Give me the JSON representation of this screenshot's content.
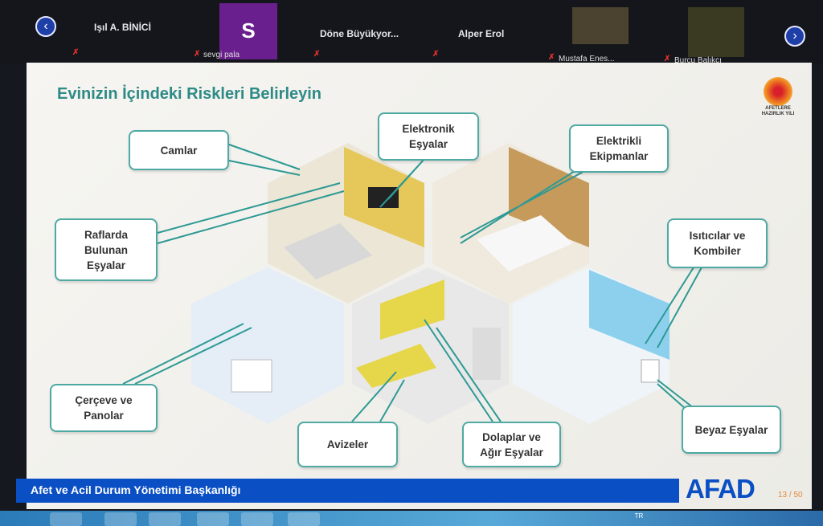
{
  "meeting": {
    "participants": [
      {
        "name": "Işıl A. BİNİCİ"
      },
      {
        "name": "sevgi pala",
        "initial": "S"
      },
      {
        "name": "Döne  Büyükyor..."
      },
      {
        "name": "Alper Erol"
      },
      {
        "name": "Mustafa Enes..."
      },
      {
        "name": "Burcu Balıkçı"
      }
    ],
    "prev_icon": "‹",
    "next_icon": "›",
    "mic_icon": "✗"
  },
  "slide": {
    "title": "Evinizin İçindeki Riskleri Belirleyin",
    "logo_text": [
      "AFETLERE",
      "HAZIRLIK YILI"
    ],
    "callouts": {
      "camlar": "Camlar",
      "elektronik": [
        "Elektronik",
        "Eşyalar"
      ],
      "elektrikli": [
        "Elektrikli",
        "Ekipmanlar"
      ],
      "raflarda": [
        "Raflarda",
        "Bulunan",
        "Eşyalar"
      ],
      "isiticilar": [
        "Isıtıcılar ve",
        "Kombiler"
      ],
      "cerceve": [
        "Çerçeve ve",
        "Panolar"
      ],
      "avizeler": "Avizeler",
      "dolaplar": [
        "Dolaplar ve",
        "Ağır Eşyalar"
      ],
      "beyaz": "Beyaz Eşyalar"
    },
    "footer": "Afet ve Acil Durum Yönetimi Başkanlığı",
    "brand": "AFAD",
    "page": "13 / 50",
    "accent": "#2e8a86"
  },
  "taskbar": {
    "lang": "TR"
  }
}
